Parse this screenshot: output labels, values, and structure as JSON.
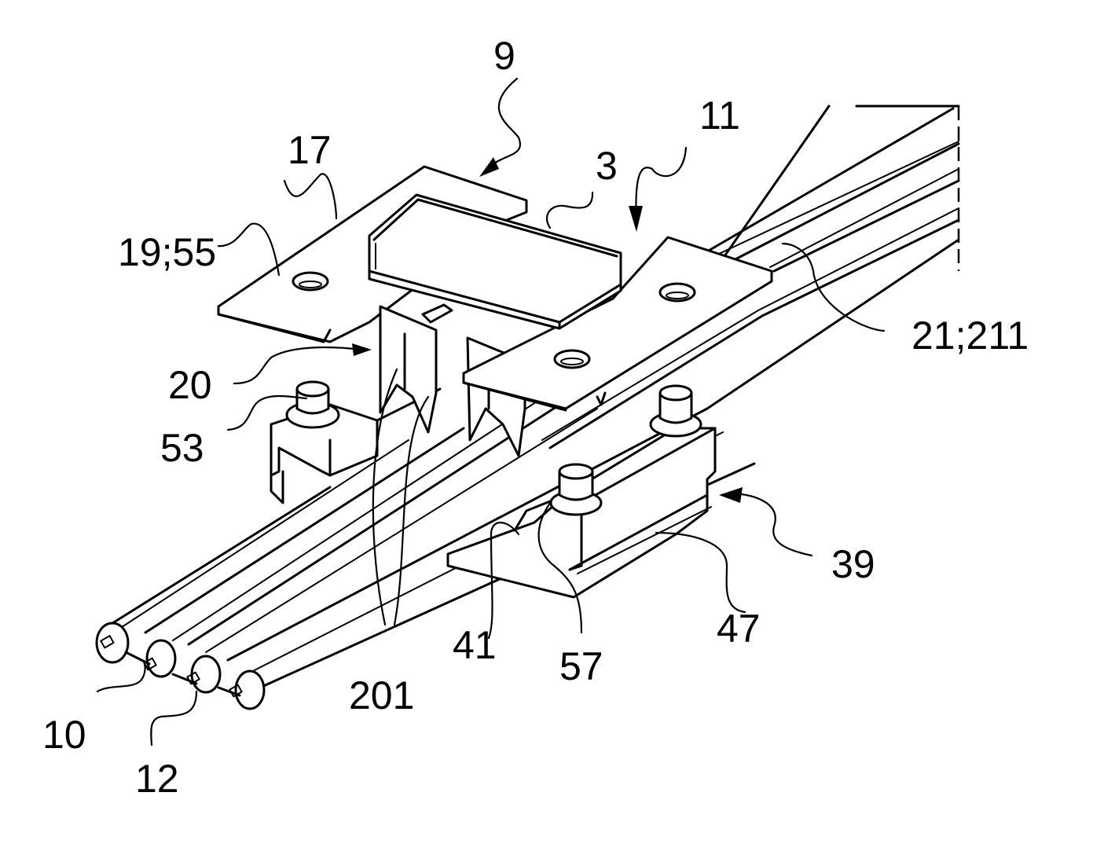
{
  "figure": {
    "type": "patent-drawing",
    "description": "Perspective view of a flat multi-conductor cable on a rail with a clamping connector and piercing contacts",
    "labels": {
      "l9": "9",
      "l11": "11",
      "l17": "17",
      "l3": "3",
      "l19_55": "19;55",
      "l21_211": "21;211",
      "l20": "20",
      "l53": "53",
      "l39": "39",
      "l47": "47",
      "l41": "41",
      "l57": "57",
      "l201": "201",
      "l10": "10",
      "l12": "12"
    },
    "colors": {
      "ink": "#000000",
      "paper": "#ffffff"
    }
  }
}
